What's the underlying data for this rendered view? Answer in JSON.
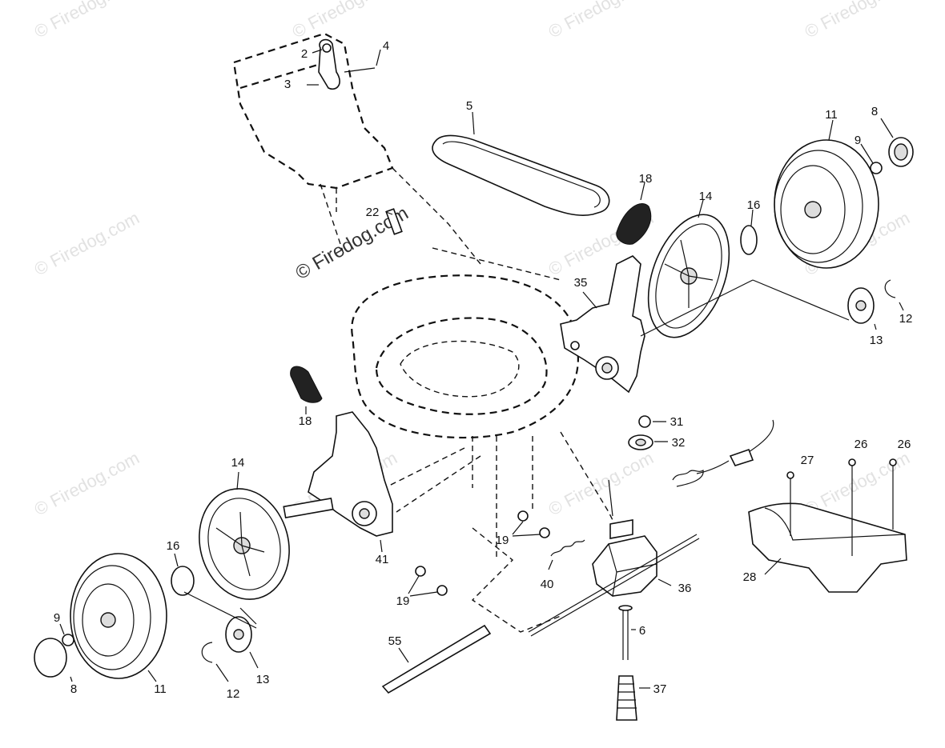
{
  "watermark": {
    "text": "© Firedog.com"
  },
  "labels": {
    "p2": "2",
    "p3": "3",
    "p4": "4",
    "p5": "5",
    "p11_right": "11",
    "p8_right": "8",
    "p9_right": "9",
    "p18_top": "18",
    "p14_right": "14",
    "p16_right": "16",
    "p22": "22",
    "p35": "35",
    "p13_right": "13",
    "p12_right": "12",
    "p18_left": "18",
    "p14_left": "14",
    "p41": "41",
    "p16_left": "16",
    "p9_left": "9",
    "p8_left": "8",
    "p11_left": "11",
    "p12_left": "12",
    "p13_left": "13",
    "p31": "31",
    "p32": "32",
    "p27": "27",
    "p26_a": "26",
    "p26_b": "26",
    "p28": "28",
    "p19_a": "19",
    "p19_b": "19",
    "p40": "40",
    "p36": "36",
    "p6": "6",
    "p55": "55",
    "p37": "37"
  }
}
